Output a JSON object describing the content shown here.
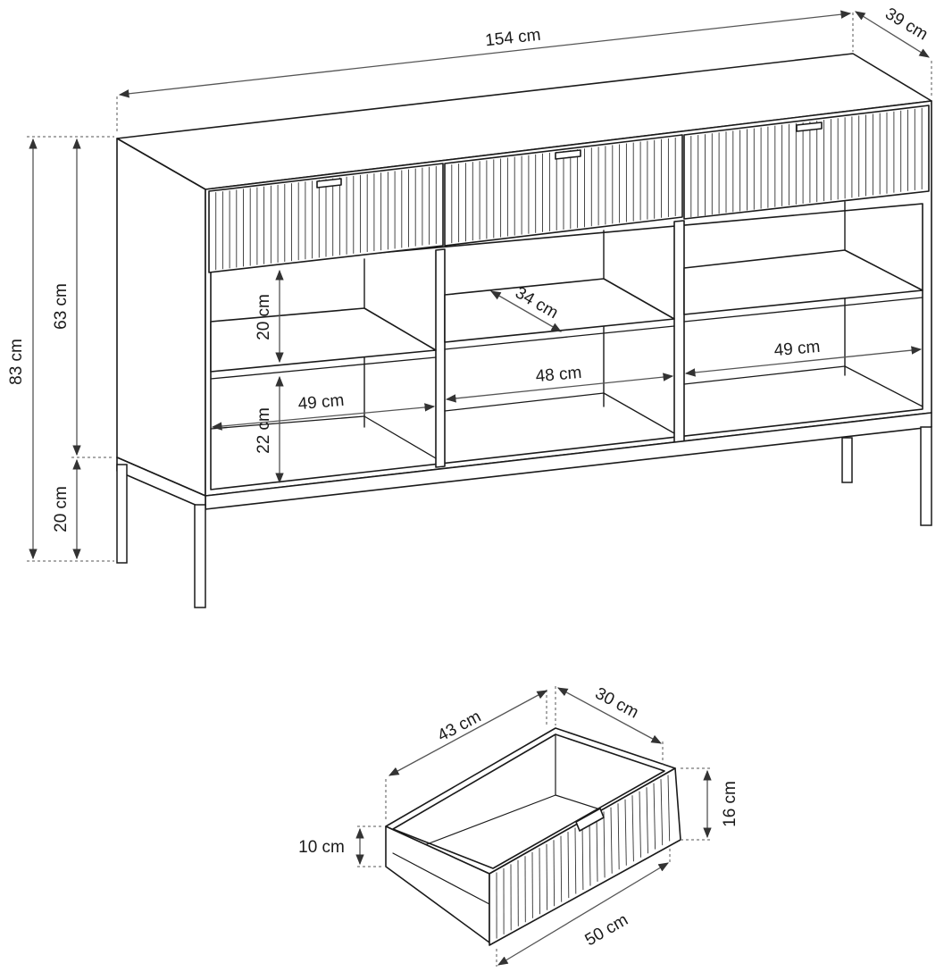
{
  "colors": {
    "ink": "#1a1a1a",
    "dimension": "#555555",
    "background": "#ffffff"
  },
  "sideboard": {
    "width": "154 cm",
    "depth": "39 cm",
    "total_height": "83 cm",
    "body_height": "63 cm",
    "leg_height": "20 cm",
    "upper_shelf_gap": "20 cm",
    "lower_shelf_gap": "22 cm",
    "shelf_depth": "34 cm",
    "left_compartment_width": "49 cm",
    "middle_compartment_width": "48 cm",
    "right_compartment_width": "49 cm"
  },
  "drawer": {
    "inner_length": "43 cm",
    "inner_depth": "30 cm",
    "front_width": "50 cm",
    "front_height": "16 cm",
    "box_height": "10 cm"
  }
}
